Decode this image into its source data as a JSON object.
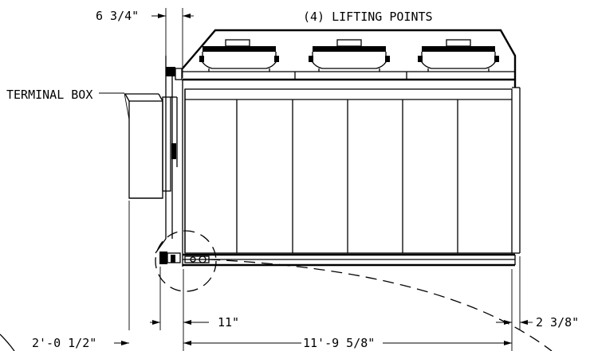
{
  "labels": {
    "lifting_points": "(4) LIFTING POINTS",
    "terminal_box": "TERMINAL BOX",
    "dim_top_left": "6 3/4\"",
    "dim_11": "11\"",
    "dim_2ft": "2'-0 1/2\"",
    "dim_11ft": "11'-9 5/8\"",
    "dim_2_3_8": "2 3/8\""
  }
}
